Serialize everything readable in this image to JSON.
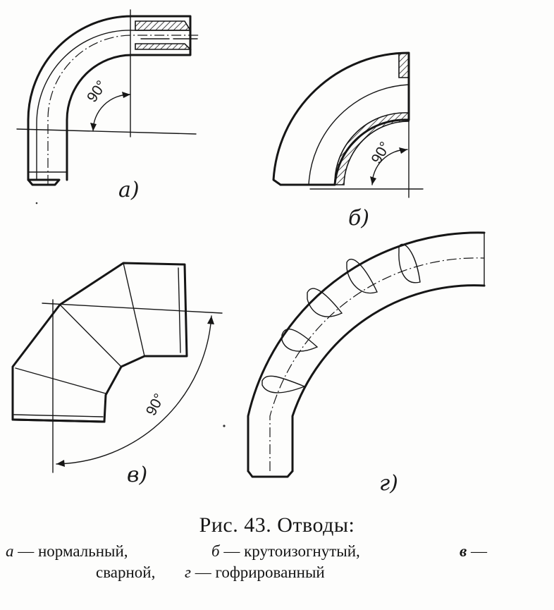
{
  "figure": {
    "panel_labels": {
      "a": "a)",
      "b": "б)",
      "v": "в)",
      "g": "г)"
    },
    "angle_labels": {
      "a": "90°",
      "b": "90°",
      "v": "90°"
    }
  },
  "caption": {
    "title": "Рис. 43. Отводы:",
    "items": [
      {
        "letter": "а",
        "text": "нормальный,"
      },
      {
        "letter": "б",
        "text": "крутоизогнутый,"
      },
      {
        "letter": "в",
        "text": ""
      },
      {
        "letter": "",
        "text": "сварной,"
      },
      {
        "letter": "г",
        "text": "гофрированный"
      }
    ]
  }
}
